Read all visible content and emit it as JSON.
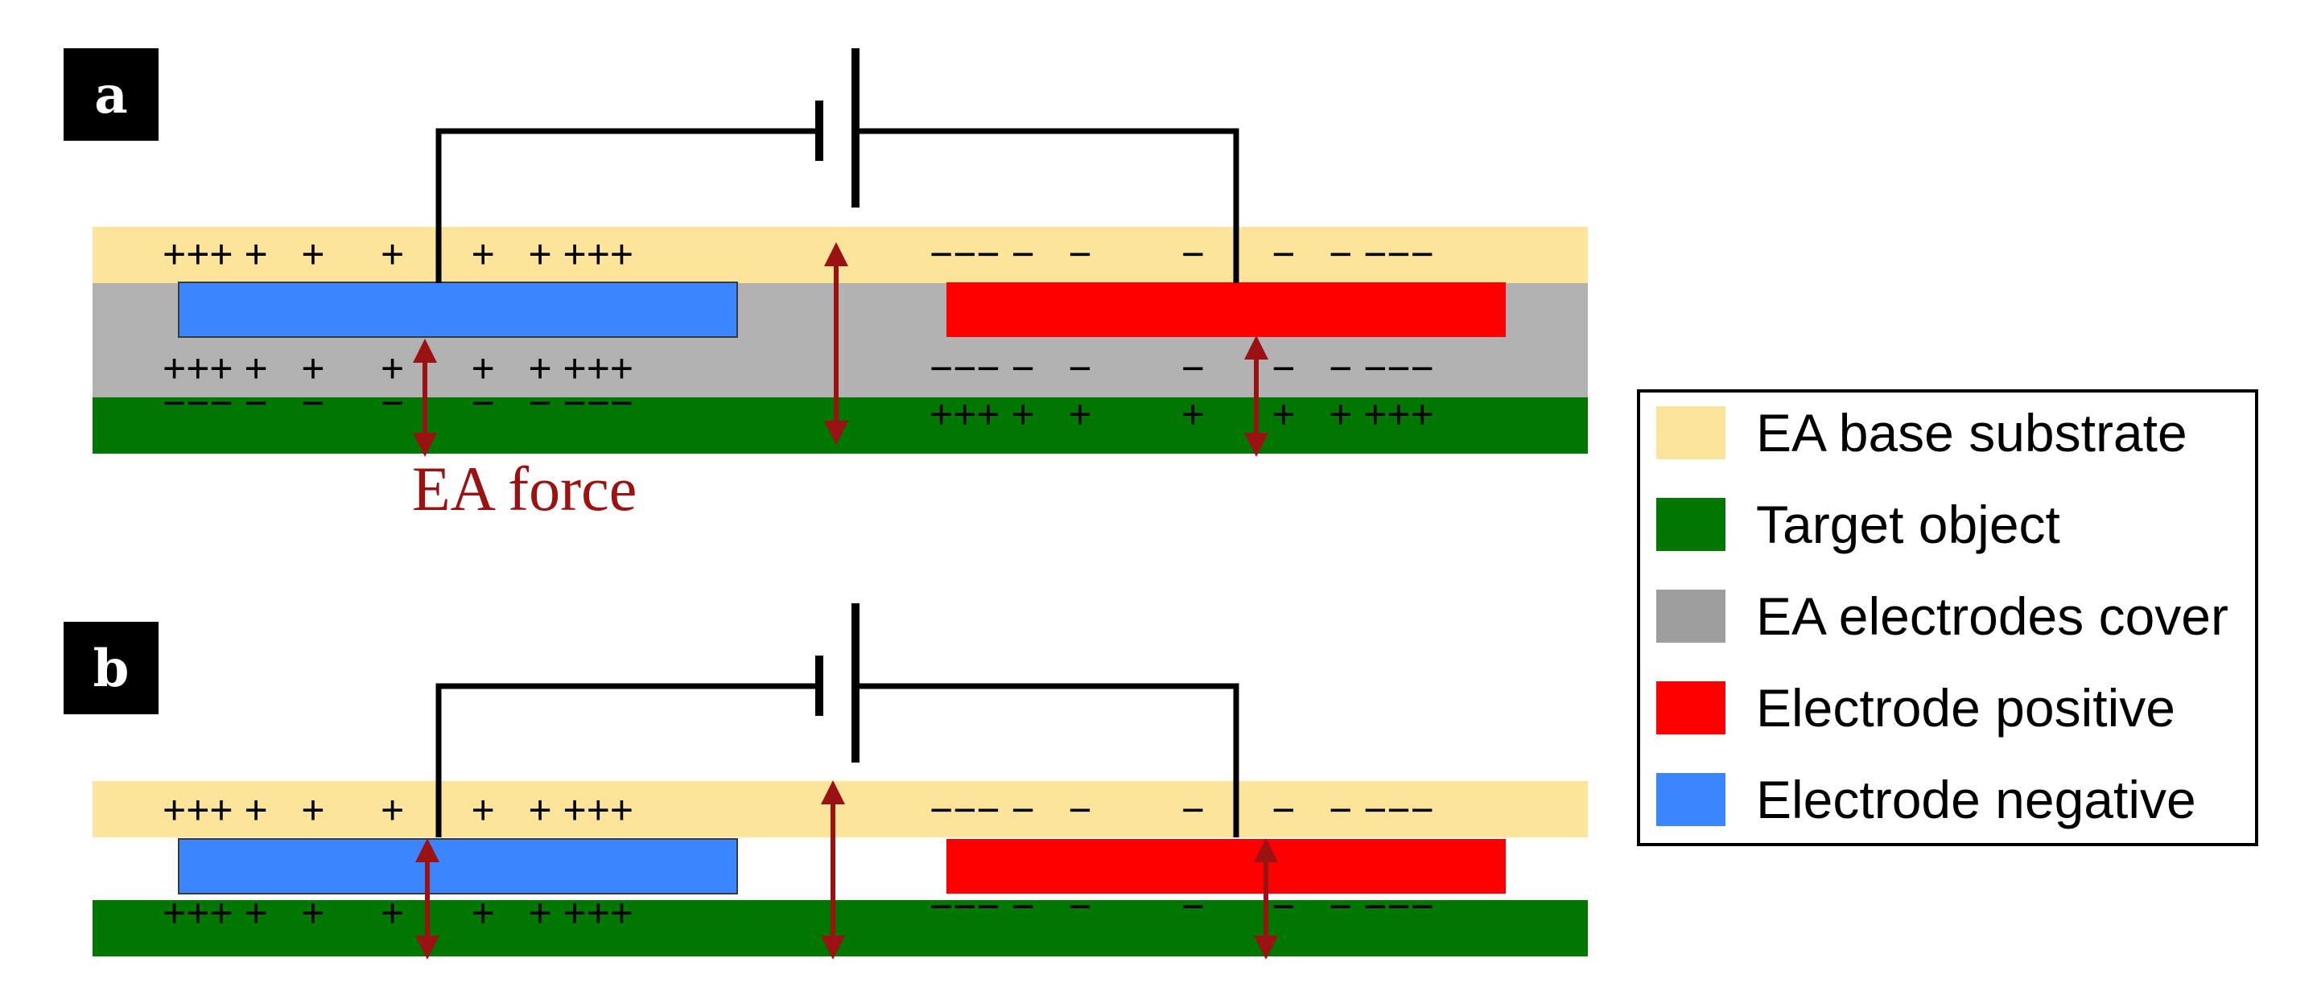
{
  "panels": [
    {
      "label": "a",
      "charges": {
        "left_top": "+++ +   +     +      +   + +++",
        "left_mid": "+++ +   +     +      +   + +++",
        "left_bottom": "−−− −   −     −      −   − −−−",
        "right_top": "−−− −   −        −      −   − −−−",
        "right_mid": "−−− −   −        −      −   − −−−",
        "right_bottom": "+++ +   +        +      +   + +++"
      }
    },
    {
      "label": "b",
      "charges": {
        "left_top": "+++ +   +     +      +   + +++",
        "left_bottom": "+++ +   +     +      +   + +++",
        "right_top": "−−− −   −        −      −   − −−−",
        "right_bottom": "−−− −   −        −      −   − −−−"
      }
    }
  ],
  "force_label": "EA force",
  "legend": [
    {
      "label": "EA base substrate",
      "color": "#fde49b"
    },
    {
      "label": "Target object",
      "color": "#007700"
    },
    {
      "label": "EA electrodes cover",
      "color": "#9e9e9e"
    },
    {
      "label": "Electrode positive",
      "color": "#ff0000"
    },
    {
      "label": "Electrode negative",
      "color": "#3b86ff"
    }
  ],
  "colors": {
    "substrate": "#fde49b",
    "target": "#007700",
    "cover": "#b2b2b2",
    "positive": "#ff0000",
    "negative": "#3b86ff",
    "force": "#9b1212"
  }
}
